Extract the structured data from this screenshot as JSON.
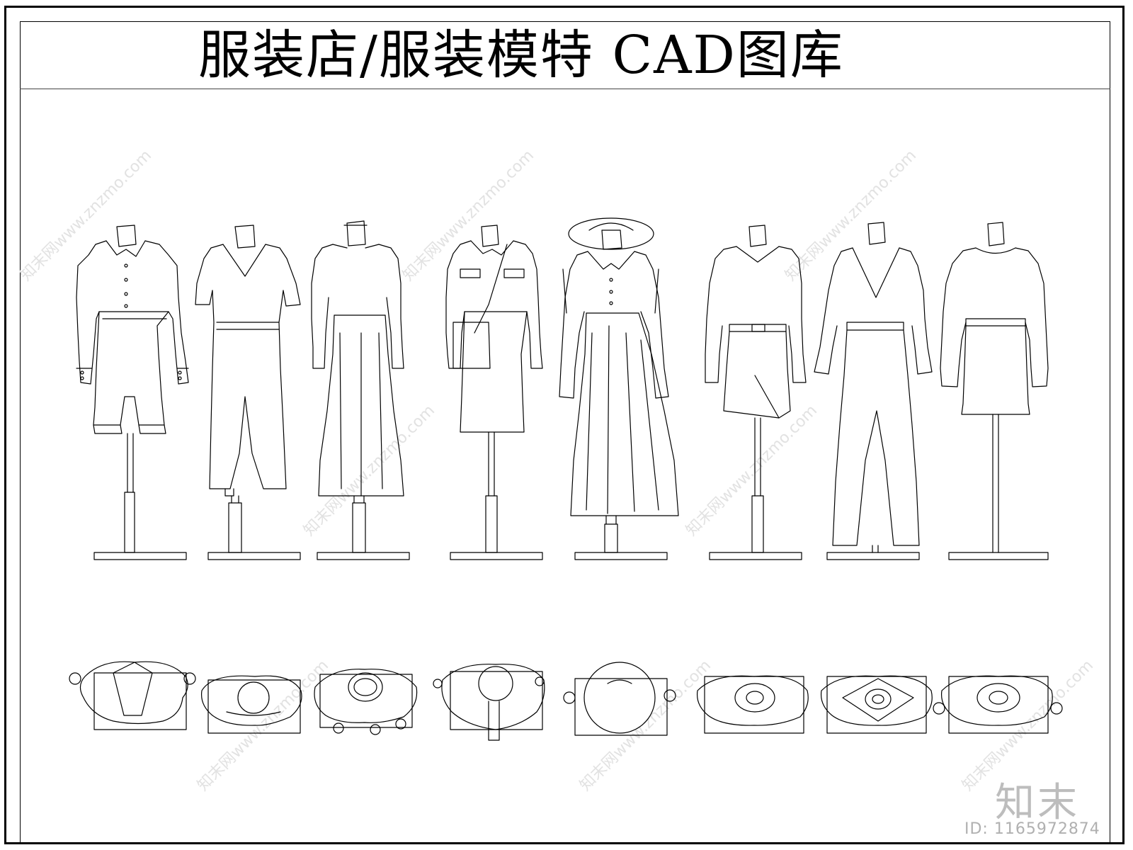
{
  "title": "服装店/服装模特  CAD图库",
  "watermark": {
    "logo": "知末",
    "id_label": "ID: 1165972874",
    "diagonal_text": "知末网www.znzmo.com"
  },
  "colors": {
    "line": "#000000",
    "watermark": "#cfcfcf",
    "background": "#ffffff"
  },
  "mannequins": [
    {
      "name": "shirt-shorts-set"
    },
    {
      "name": "vneck-jumpsuit"
    },
    {
      "name": "turtleneck-dress"
    },
    {
      "name": "shirt-bag-skirt"
    },
    {
      "name": "hat-shirt-dress"
    },
    {
      "name": "vneck-belted-skirt"
    },
    {
      "name": "vest-jumpsuit"
    },
    {
      "name": "longsleeve-mini-dress"
    }
  ]
}
